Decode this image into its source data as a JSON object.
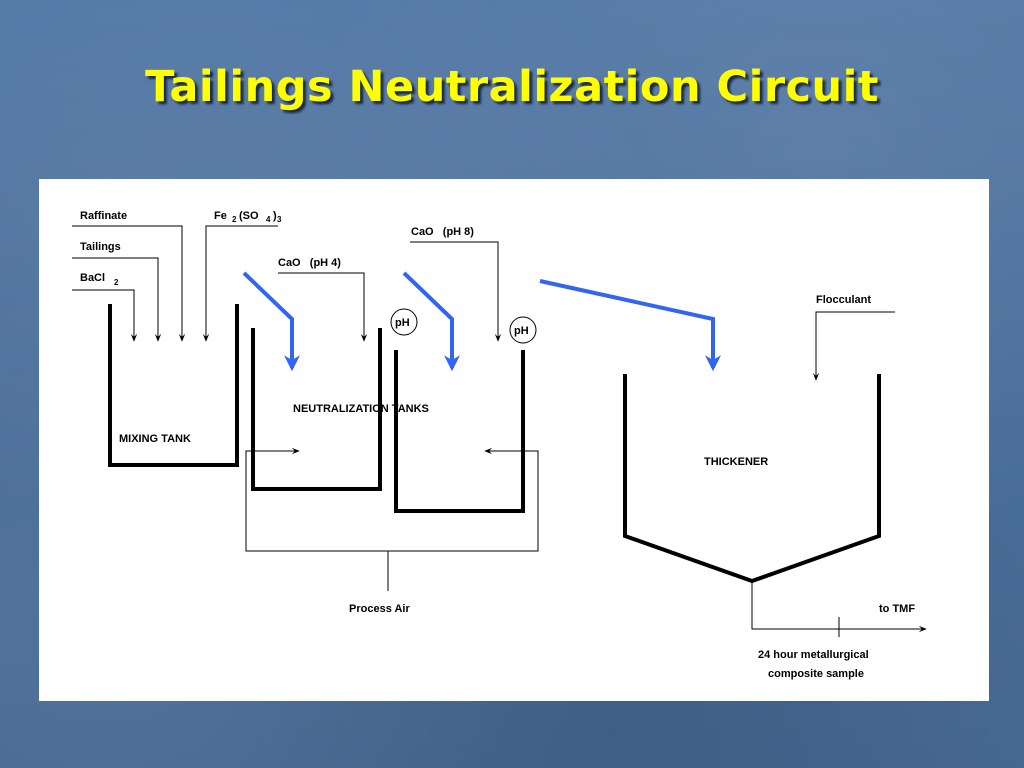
{
  "title": "Tailings Neutralization Circuit",
  "colors": {
    "title": "#ffff00",
    "background": "#4a6f9c",
    "flow_arrow": "#3366ee"
  },
  "inputs": {
    "raffinate": "Raffinate",
    "tailings": "Tailings",
    "bacl": "BaCl",
    "bacl_sub": "2",
    "fe": "Fe",
    "fe_sub": "2",
    "so": "(SO",
    "so_sub": "4",
    "close": ")",
    "close_sub": "3",
    "cao_ph4": "CaO   (pH 4)",
    "cao_ph8": "CaO   (pH 8)",
    "flocculant": "Flocculant"
  },
  "units": {
    "mixing_tank": "MIXING TANK",
    "neutralization_tanks": "NEUTRALIZATION TANKS",
    "thickener": "THICKENER"
  },
  "instruments": {
    "ph1": "pH",
    "ph2": "pH"
  },
  "outputs": {
    "process_air": "Process Air",
    "to_tmf": "to TMF",
    "sample_line1": "24 hour metallurgical",
    "sample_line2": "composite sample"
  }
}
